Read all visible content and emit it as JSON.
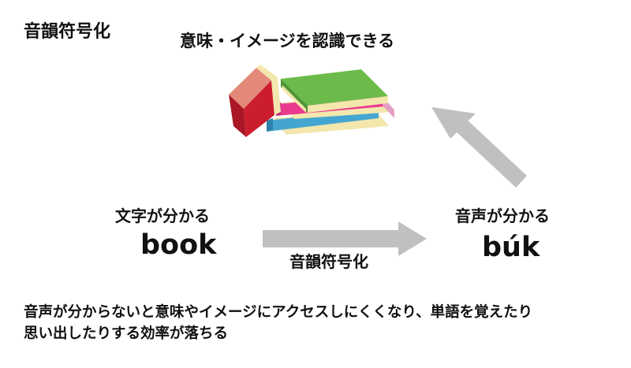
{
  "diagram": {
    "heading": "音韻符号化",
    "meaning_label": "意味・イメージを認識できる",
    "text_label": "文字が分かる",
    "text_word": "book",
    "sound_label": "音声が分かる",
    "sound_word": "búk",
    "process_label": "音韻符号化",
    "note_lines": [
      "音声が分からないと意味やイメージにアクセスしにくくなり、単語を覚えたり",
      "思い出したりする効率が落ちる"
    ]
  },
  "icons": {
    "books": "stacked-books-icon",
    "forward_arrow": "arrow-right-icon",
    "up_arrow": "arrow-up-left-icon"
  },
  "colors": {
    "text": "#111111",
    "arrow": "#c0c0c0",
    "book_green": "#6cbb4a",
    "book_pink": "#e93a8e",
    "book_blue": "#44a6d0",
    "book_red": "#cc1d2e",
    "book_pages": "#f3e7ad"
  }
}
